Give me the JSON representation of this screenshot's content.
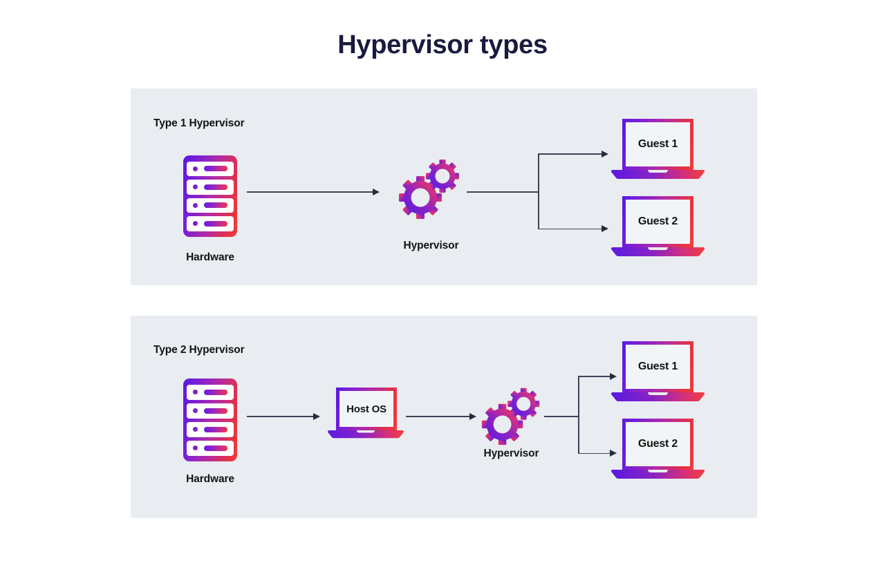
{
  "page": {
    "title": "Hypervisor types",
    "background_color": "#ffffff",
    "title_color": "#191a3e"
  },
  "theme": {
    "panel_background": "#e9edf1",
    "gradient_start": "#5a1ae0",
    "gradient_mid": "#b02aa8",
    "gradient_end": "#ef3e3e",
    "connector_color": "#3b4256",
    "text_color": "#121212"
  },
  "panels": [
    {
      "id": "type-1",
      "title": "Type 1 Hypervisor",
      "nodes": {
        "hardware": {
          "label": "Hardware",
          "icon": "server-icon"
        },
        "hypervisor": {
          "label": "Hypervisor",
          "icon": "gears-icon"
        },
        "guests": [
          {
            "label": "Guest 1",
            "icon": "laptop-icon"
          },
          {
            "label": "Guest 2",
            "icon": "laptop-icon"
          }
        ]
      },
      "flow": [
        "Hardware",
        "Hypervisor",
        "Guest 1",
        "Guest 2"
      ]
    },
    {
      "id": "type-2",
      "title": "Type 2 Hypervisor",
      "nodes": {
        "hardware": {
          "label": "Hardware",
          "icon": "server-icon"
        },
        "host_os": {
          "label": "Host OS",
          "icon": "laptop-icon"
        },
        "hypervisor": {
          "label": "Hypervisor",
          "icon": "gears-icon"
        },
        "guests": [
          {
            "label": "Guest 1",
            "icon": "laptop-icon"
          },
          {
            "label": "Guest 2",
            "icon": "laptop-icon"
          }
        ]
      },
      "flow": [
        "Hardware",
        "Host OS",
        "Hypervisor",
        "Guest 1",
        "Guest 2"
      ]
    }
  ]
}
